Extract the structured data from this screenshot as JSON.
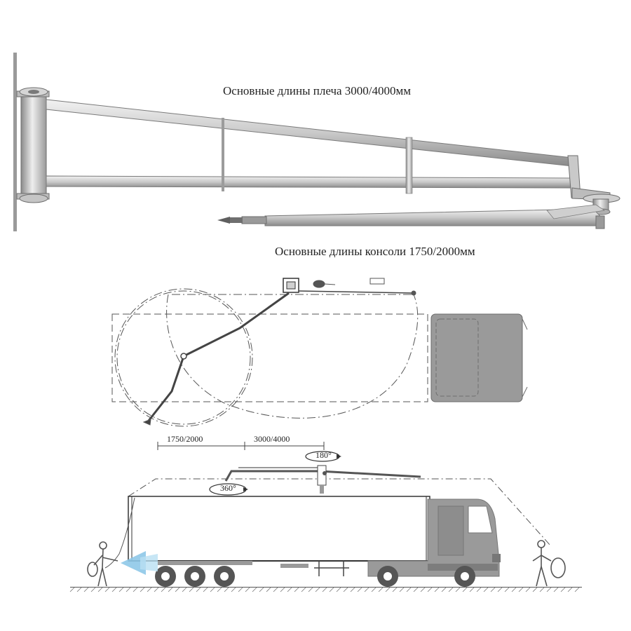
{
  "labels": {
    "arm_lengths": "Основные длины плеча 3000/4000мм",
    "console_lengths": "Основные длины консоли 1750/2000мм",
    "dim_console": "1750/2000",
    "dim_arm": "3000/4000",
    "rot_180": "180°",
    "rot_360": "360°"
  },
  "colors": {
    "metal_light": "#e2e2e2",
    "metal_mid": "#b7b7b7",
    "metal_dark": "#7d7d7d",
    "truck_gray": "#9a9a9a",
    "arrow_blue": "#8ec8e8",
    "line": "#4a4a4a"
  }
}
